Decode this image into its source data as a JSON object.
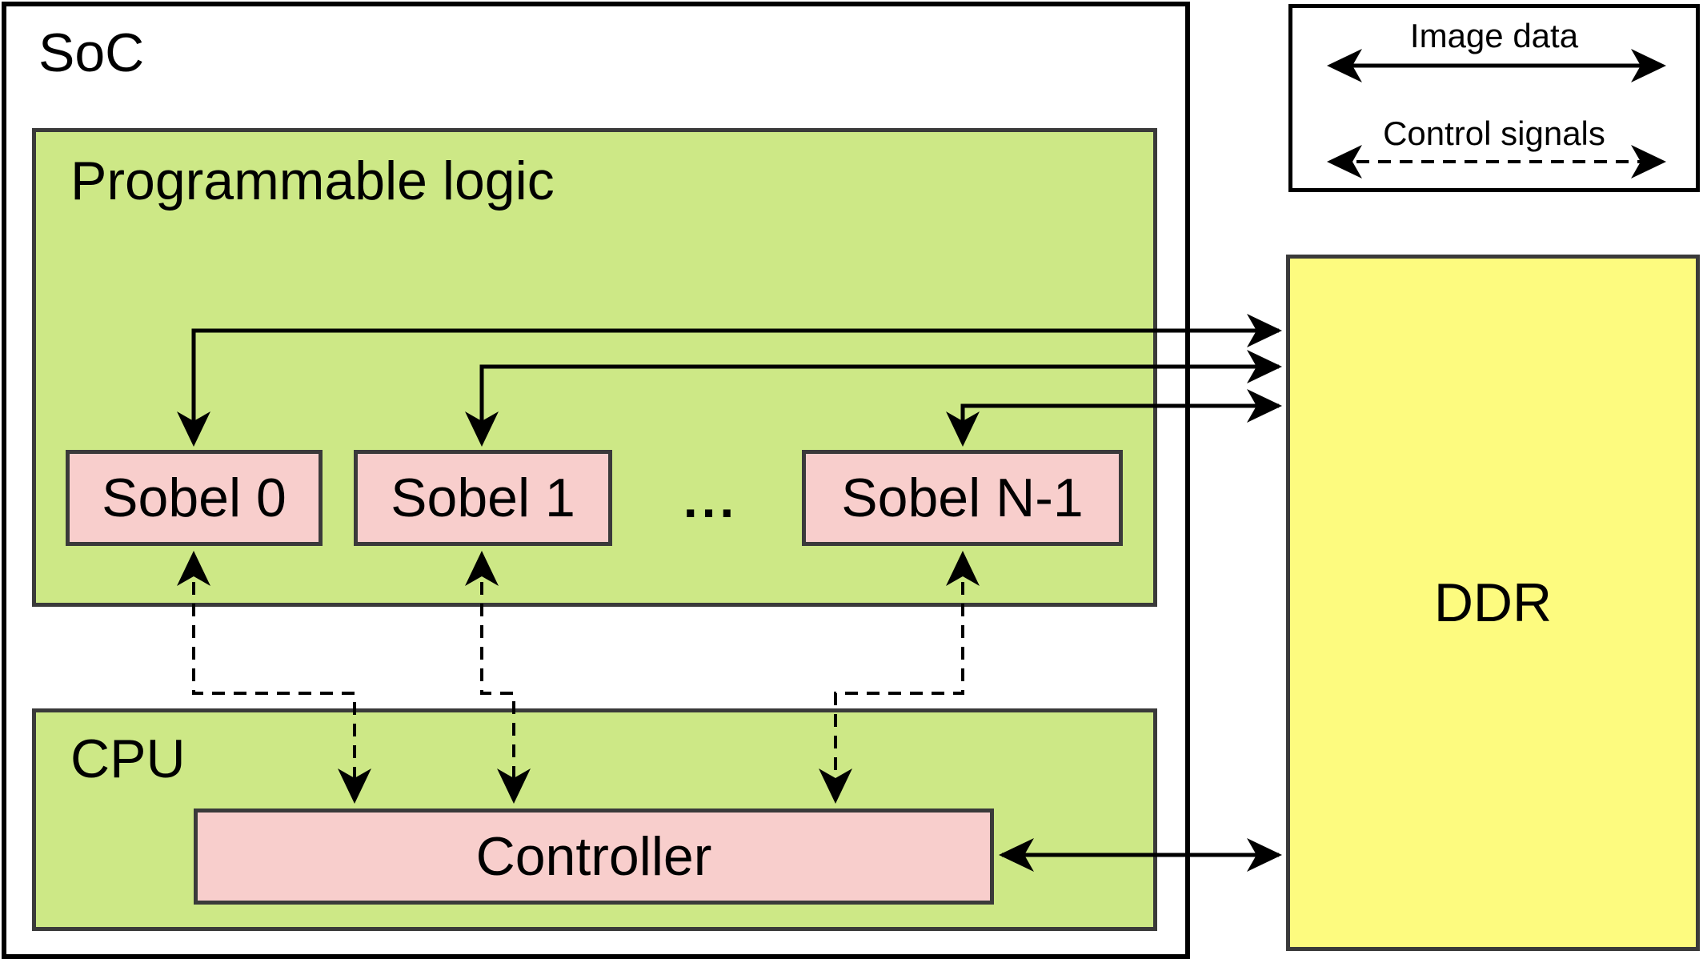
{
  "diagram": {
    "soc_label": "SoC",
    "programmable_logic_label": "Programmable logic",
    "cpu_label": "CPU",
    "controller_label": "Controller",
    "ddr_label": "DDR",
    "ellipsis": "...",
    "sobel_blocks": [
      {
        "label": "Sobel 0"
      },
      {
        "label": "Sobel 1"
      },
      {
        "label": "Sobel N-1"
      }
    ],
    "legend": {
      "image_data_label": "Image data",
      "control_signals_label": "Control signals"
    },
    "colors": {
      "region_fill": "#cde886",
      "block_fill": "#f8cecc",
      "memory_fill": "#fdfb7f",
      "inner_border": "#3a3a3a",
      "outer_border": "#000000",
      "line": "#000000",
      "background": "#ffffff"
    }
  }
}
